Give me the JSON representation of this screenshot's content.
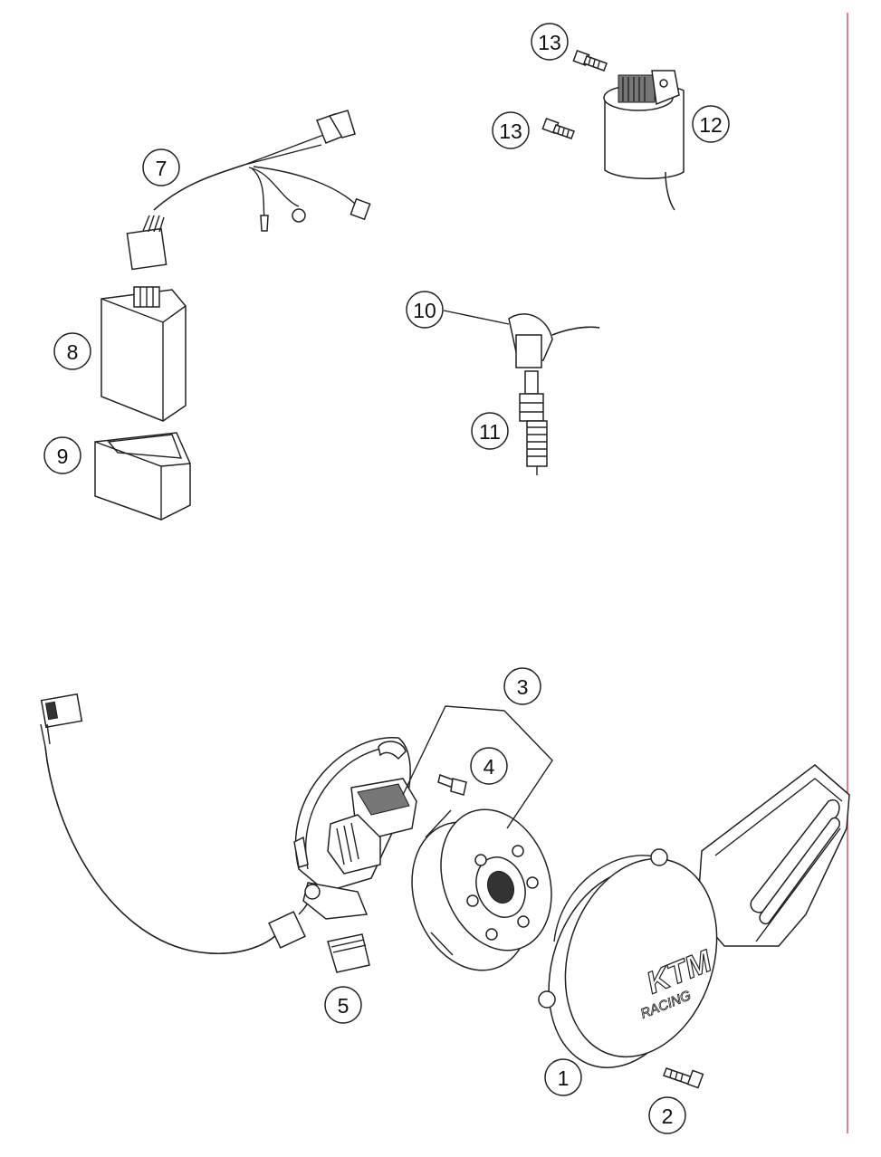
{
  "callouts": [
    {
      "id": "1",
      "label": "1"
    },
    {
      "id": "2",
      "label": "2"
    },
    {
      "id": "3",
      "label": "3"
    },
    {
      "id": "4",
      "label": "4"
    },
    {
      "id": "5",
      "label": "5"
    },
    {
      "id": "7",
      "label": "7"
    },
    {
      "id": "8",
      "label": "8"
    },
    {
      "id": "9",
      "label": "9"
    },
    {
      "id": "10",
      "label": "10"
    },
    {
      "id": "11",
      "label": "11"
    },
    {
      "id": "12",
      "label": "12"
    },
    {
      "id": "13a",
      "label": "13"
    },
    {
      "id": "13b",
      "label": "13"
    }
  ],
  "cover_logo": {
    "brand": "KTM",
    "subtitle": "RACING"
  },
  "colors": {
    "line": "#222222",
    "border_right": "#e05a5a",
    "background": "#ffffff"
  }
}
